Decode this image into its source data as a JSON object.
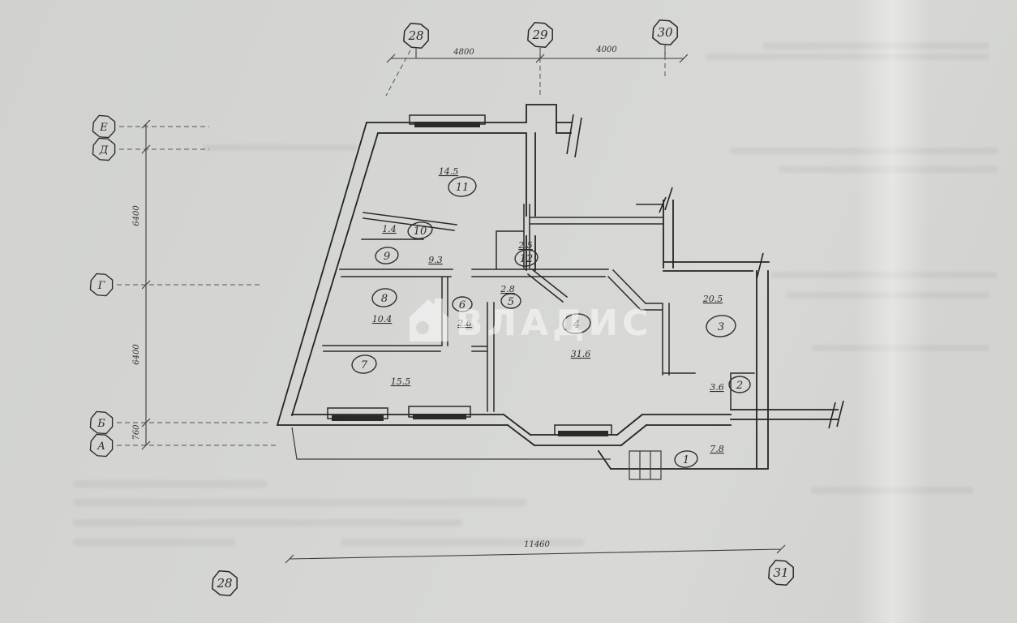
{
  "page": {
    "type": "scanned floor plan",
    "paper_color": "#d4d5d1",
    "ink_color": "#242424"
  },
  "watermark": {
    "text": "ВЛАДИС",
    "icon": "house-icon",
    "color": "#ffffff"
  },
  "axes": {
    "top": [
      {
        "label": "28"
      },
      {
        "label": "29"
      },
      {
        "label": "30"
      }
    ],
    "left": [
      {
        "label": "Е"
      },
      {
        "label": "Д"
      },
      {
        "label": "Г"
      },
      {
        "label": "Б"
      },
      {
        "label": "А"
      }
    ],
    "bottom": [
      {
        "label": "28"
      },
      {
        "label": "31"
      }
    ]
  },
  "dimensions": {
    "top": [
      "4800",
      "4000"
    ],
    "left": [
      "6400",
      "6400",
      "760"
    ],
    "bottom": [
      "11460"
    ]
  },
  "rooms": [
    {
      "number": "1",
      "area": "7.8"
    },
    {
      "number": "2",
      "area": "3.6"
    },
    {
      "number": "3",
      "area": "20.5"
    },
    {
      "number": "4",
      "area": "31.6"
    },
    {
      "number": "5",
      "area": "2.8"
    },
    {
      "number": "6",
      "area": "2.6"
    },
    {
      "number": "7",
      "area": "15.5"
    },
    {
      "number": "8",
      "area": "10.4"
    },
    {
      "number": "9",
      "area": "9.3"
    },
    {
      "number": "10",
      "area": "1.4"
    },
    {
      "number": "11",
      "area": "14.5"
    },
    {
      "number": "12",
      "area": "2.5"
    }
  ]
}
